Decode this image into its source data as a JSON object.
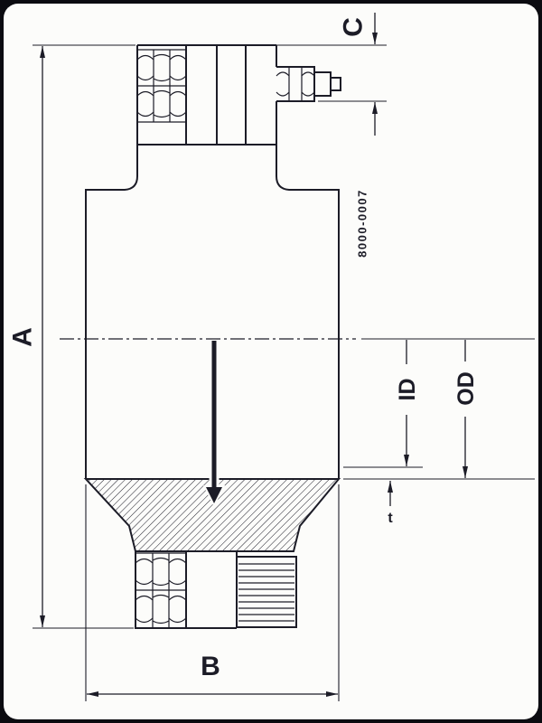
{
  "drawing": {
    "part_number": "8000-0007",
    "dimensions": {
      "a": "A",
      "b": "B",
      "c": "C",
      "id": "ID",
      "od": "OD",
      "t": "t"
    },
    "colors": {
      "line": "#1c1c27",
      "background": "#fcfcfa",
      "frame": "#0b0b10"
    }
  }
}
